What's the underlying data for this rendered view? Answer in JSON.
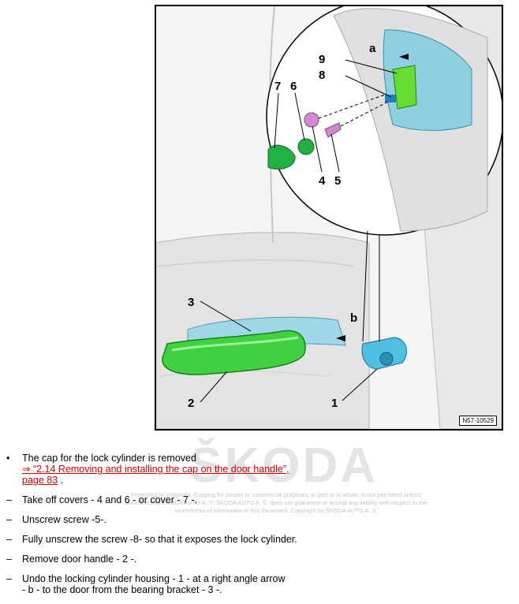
{
  "figure": {
    "ref_code": "N57-10529",
    "callouts": [
      "1",
      "2",
      "3",
      "4",
      "5",
      "6",
      "7",
      "8",
      "9",
      "a",
      "b"
    ]
  },
  "watermark": {
    "logo": "ŠKODA",
    "text": "Protected by copyright. Copying for private or commercial purposes, in part or in whole, is not permitted unless authorised by ŠKODA AUTO A. S. ŠKODA AUTO A. S. does not guarantee or accept any liability with respect to the correctness of information in this document. Copyright by ŠKODA AUTO A. S."
  },
  "steps": [
    {
      "marker": "•",
      "text": "The cap for the lock cylinder is removed",
      "link": "⇒ “2.14 Removing and installing the cap on the door handle”,",
      "link2": "page 83",
      "link2_suffix": " ."
    },
    {
      "marker": "–",
      "text": "Take off covers - 4 and 6 - or cover - 7 -."
    },
    {
      "marker": "–",
      "text": "Unscrew screw -5-."
    },
    {
      "marker": "–",
      "text": "Fully unscrew the screw -8- so that it exposes the lock cylinder."
    },
    {
      "marker": "–",
      "text": "Remove door handle - 2 -."
    },
    {
      "marker": "–",
      "text": "Undo the locking cylinder housing - 1 - at a right angle arrow",
      "line2": "- b - to the door from the bearing bracket - 3 -."
    }
  ]
}
